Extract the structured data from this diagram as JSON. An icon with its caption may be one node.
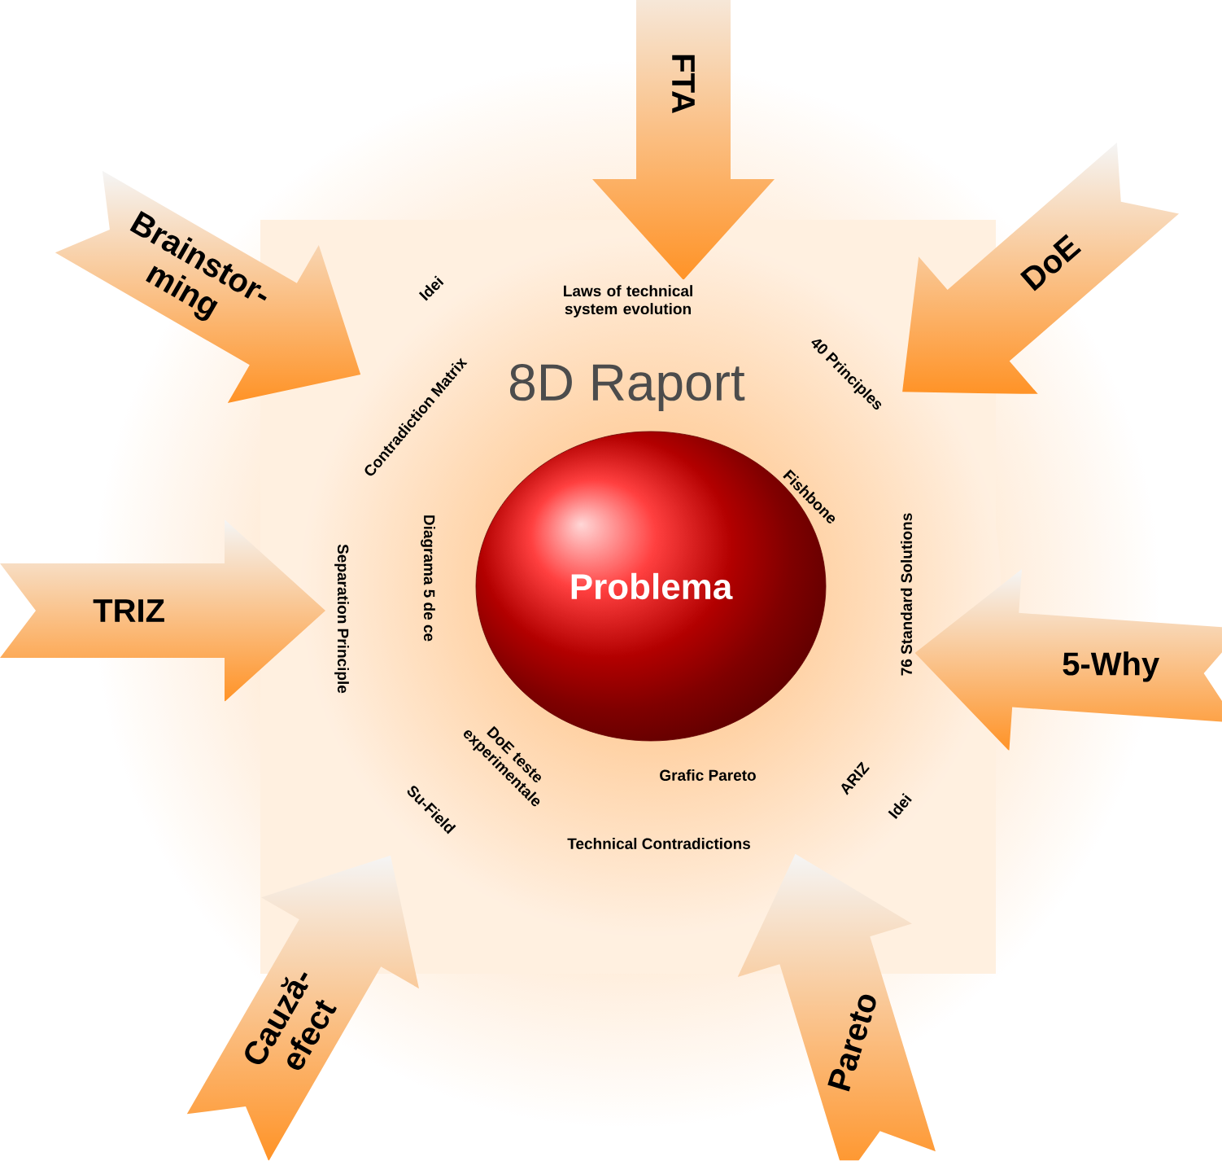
{
  "diagram": {
    "title": "8D Raport",
    "nodes": [
      {
        "text": [
          "Problema"
        ]
      },
      {
        "text": [
          "FTA"
        ]
      },
      {
        "text": [
          "Brainstor- ming"
        ]
      },
      {
        "text": [
          "DoE"
        ]
      },
      {
        "text": [
          "TRIZ"
        ]
      },
      {
        "text": [
          "5-Why"
        ]
      },
      {
        "text": [
          "Cauză- efect"
        ]
      },
      {
        "text": [
          "Pareto"
        ]
      }
    ],
    "labels": [
      "Idei",
      "Laws of technical system evolution",
      "40 Principles",
      "Contradiction Matrix",
      "Fishbone",
      "Separation Principle",
      "Diagrama 5 de ce",
      "76 Standard Solutions",
      "DoE teste experimentale",
      "Grafic Pareto",
      "ARIZ",
      "Idei",
      "Su-Field",
      "Technical Contradictions"
    ]
  }
}
